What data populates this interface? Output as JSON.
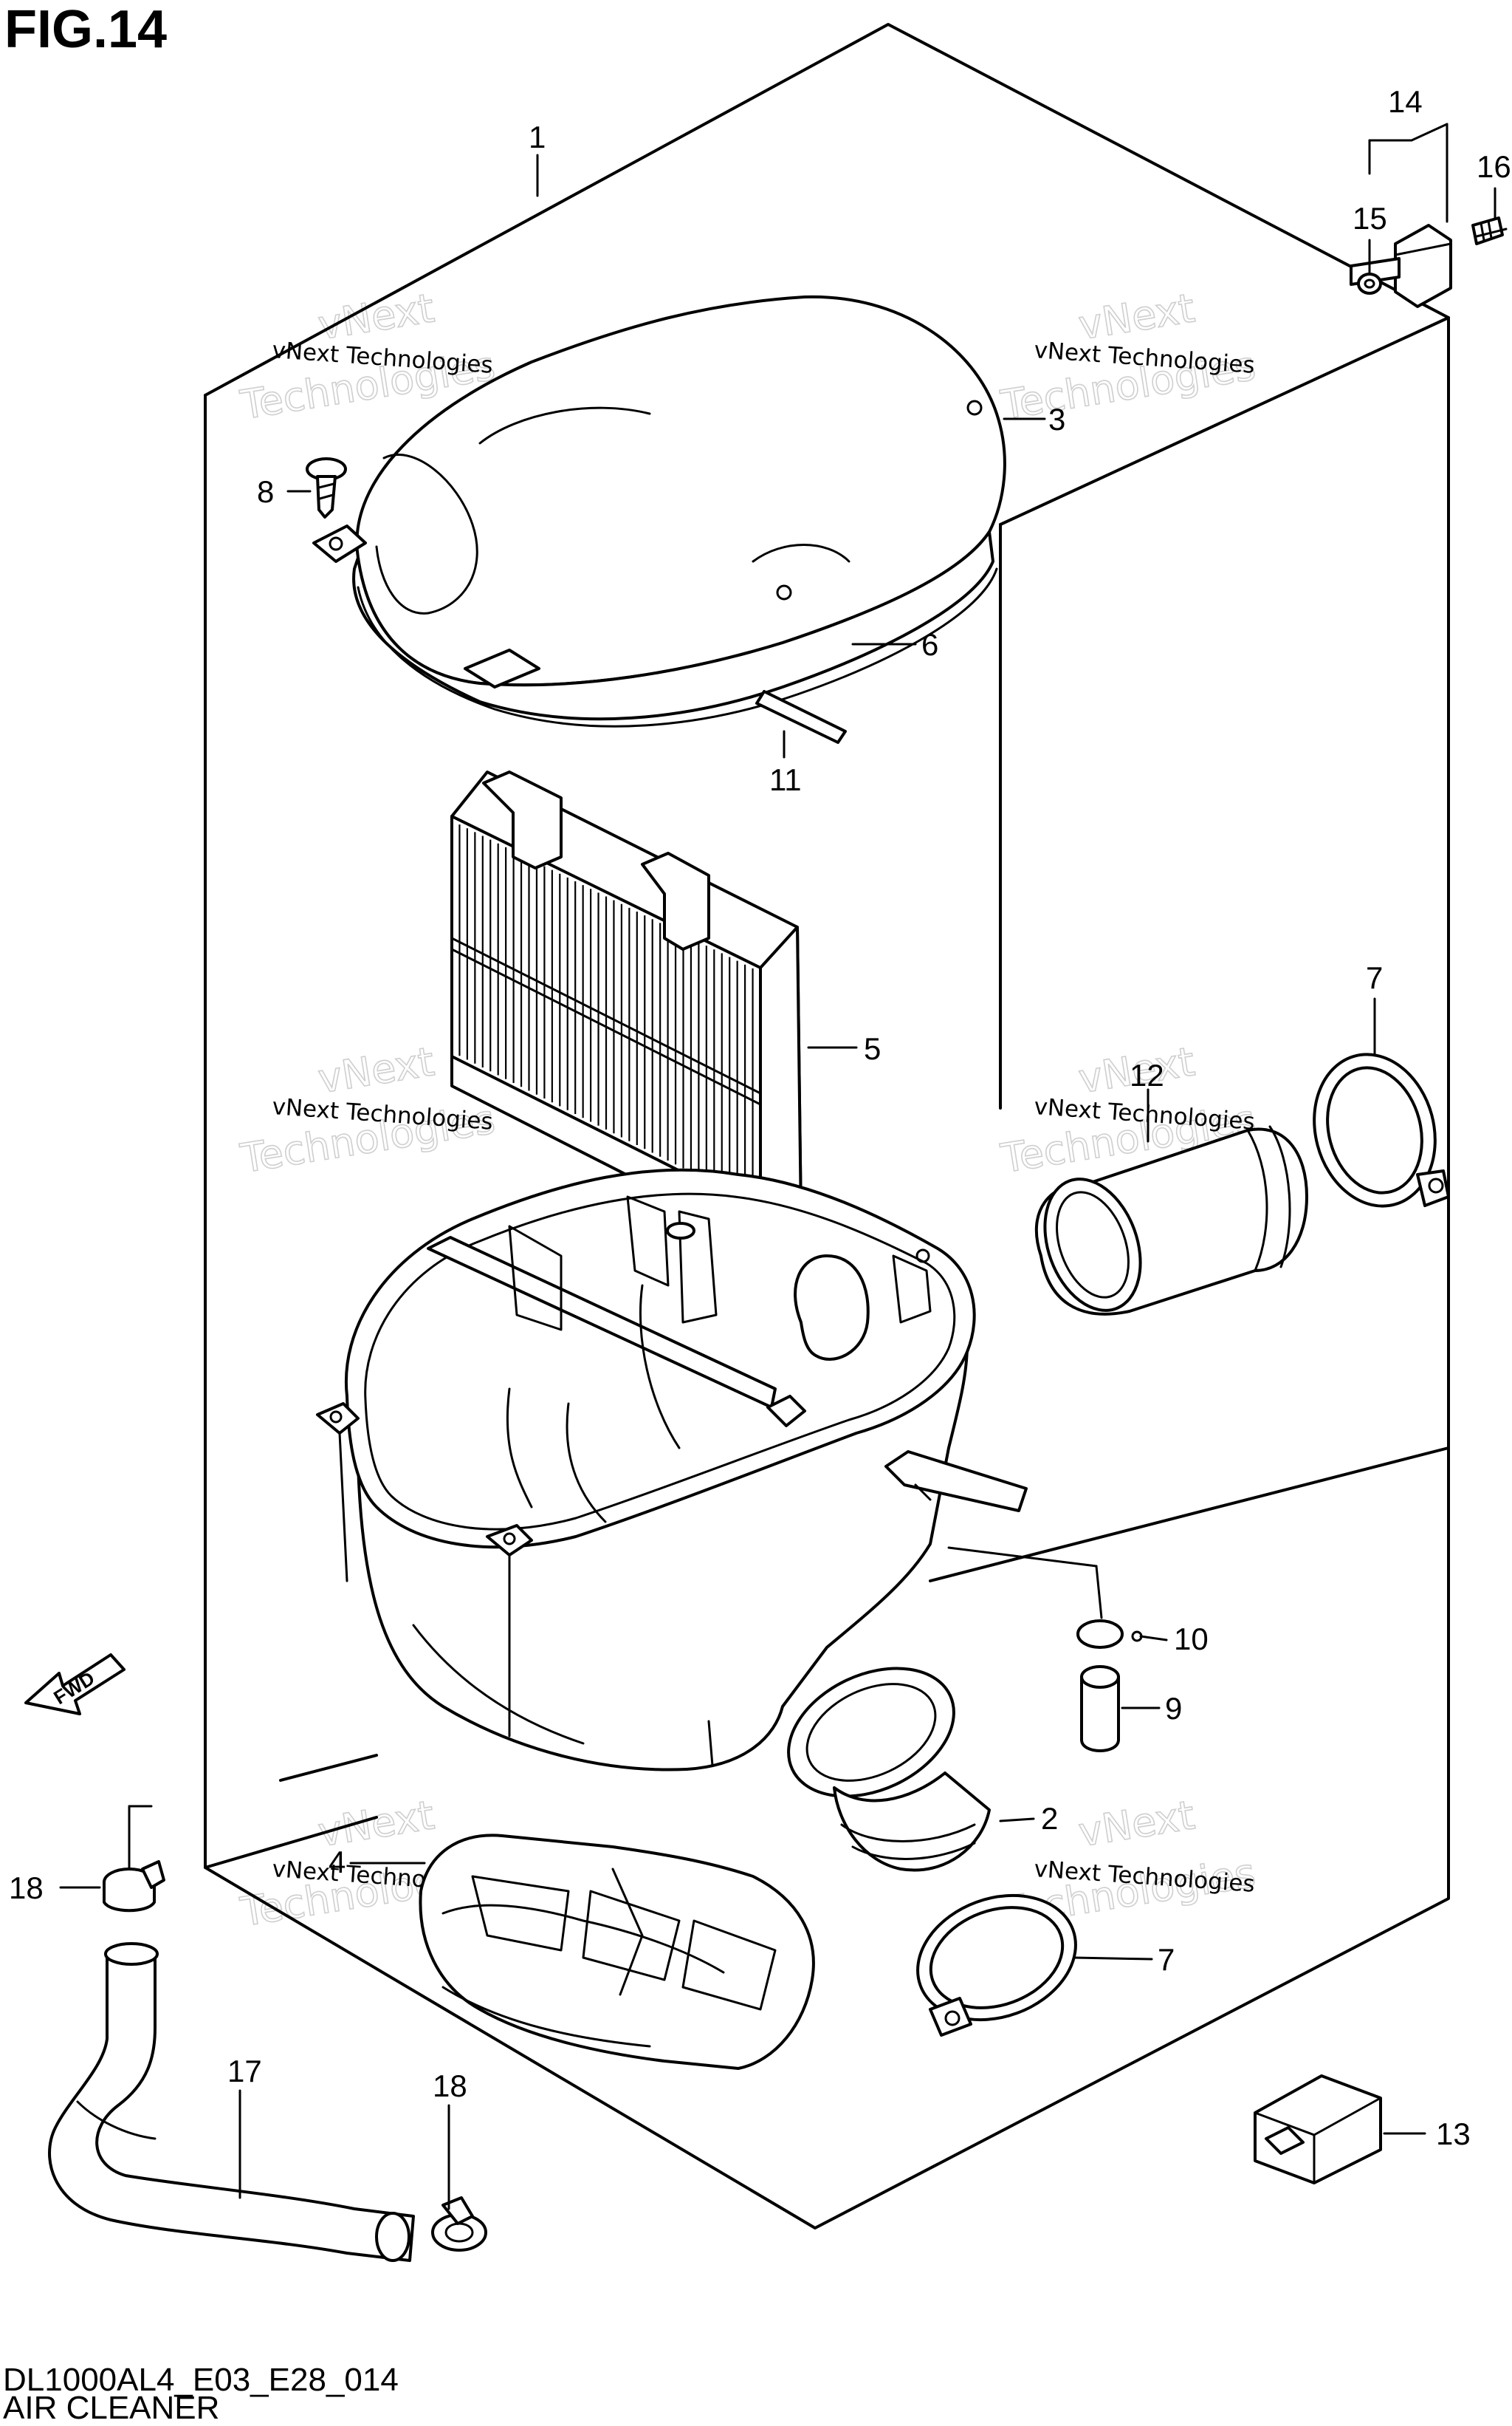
{
  "figure_title": "FIG.14",
  "diagram_code": "DL1000AL4_E03_E28_014",
  "diagram_name": "AIR CLEANER",
  "fwd_label": "FWD",
  "watermark_company": "vNext Technologies",
  "watermark_word_top": "vNext",
  "watermark_word_bottom": "Technologies",
  "callouts": [
    "1",
    "2",
    "3",
    "4",
    "5",
    "6",
    "7",
    "7",
    "8",
    "9",
    "10",
    "11",
    "12",
    "13",
    "14",
    "15",
    "16",
    "17",
    "18",
    "18"
  ]
}
